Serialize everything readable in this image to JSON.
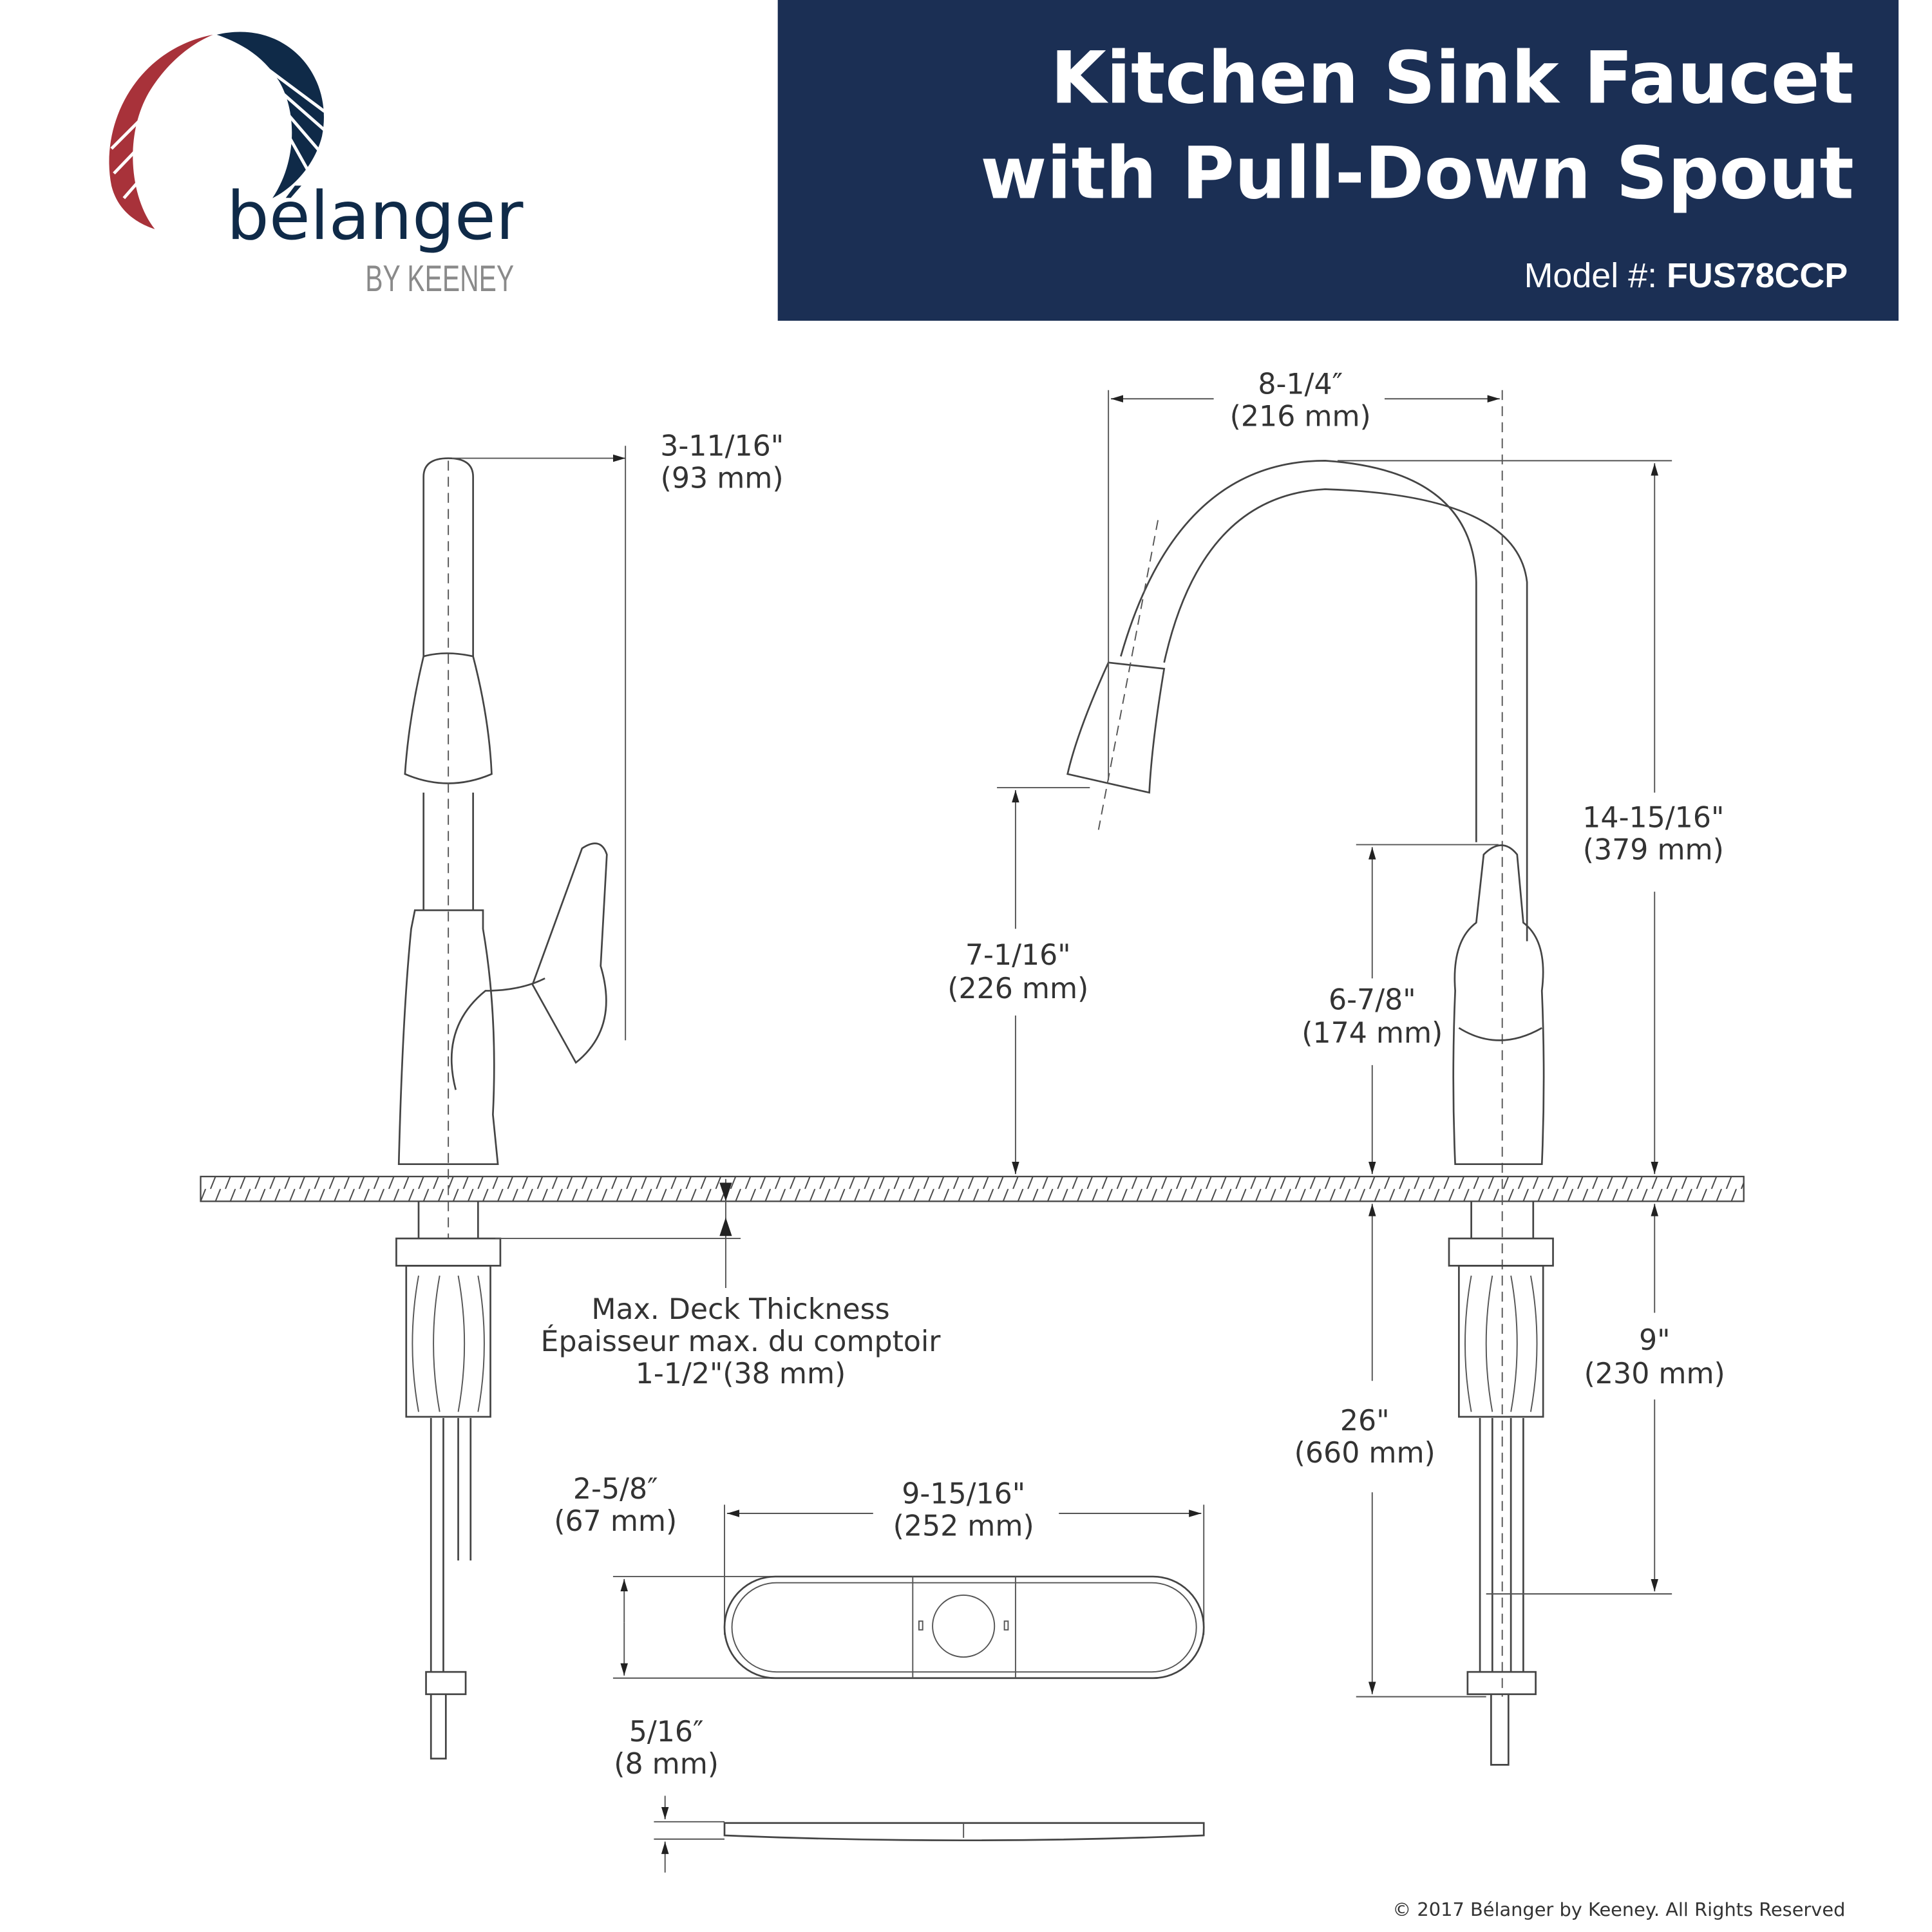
{
  "header": {
    "title_line1": "Kitchen Sink Faucet",
    "title_line2": "with Pull-Down Spout",
    "model_label": "Model #:",
    "model_value": "FUS78CCP",
    "background_color": "#1b2f54"
  },
  "logo": {
    "brand": "bélanger",
    "sub": "BY KEENEY",
    "colors": {
      "red": "#a8323a",
      "navy": "#0f2a48",
      "gray": "#8a8a8a"
    }
  },
  "dimensions": {
    "side_reach": {
      "in": "3-11/16\"",
      "mm": "(93 mm)"
    },
    "spout_reach": {
      "in": "8-1/4″",
      "mm": "(216 mm)"
    },
    "overall_height": {
      "in": "14-15/16\"",
      "mm": "(379 mm)"
    },
    "spout_clearance": {
      "in": "7-1/16\"",
      "mm": "(226 mm)"
    },
    "handle_height": {
      "in": "6-7/8\"",
      "mm": "(174 mm)"
    },
    "below_deck": {
      "in": "9\"",
      "mm": "(230 mm)"
    },
    "hose_length": {
      "in": "26\"",
      "mm": "(660 mm)"
    },
    "deck_thickness": {
      "line1": "Max. Deck Thickness",
      "line2": "Épaisseur max. du comptoir",
      "line3": "1-1/2\"(38 mm)"
    },
    "plate_width": {
      "in": "9-15/16\"",
      "mm": "(252 mm)"
    },
    "plate_depth": {
      "in": "2-5/8″",
      "mm": "(67 mm)"
    },
    "plate_thickness": {
      "in": "5/16″",
      "mm": "(8 mm)"
    }
  },
  "footer": {
    "copyright": "© 2017 Bélanger by Keeney. All Rights Reserved"
  }
}
